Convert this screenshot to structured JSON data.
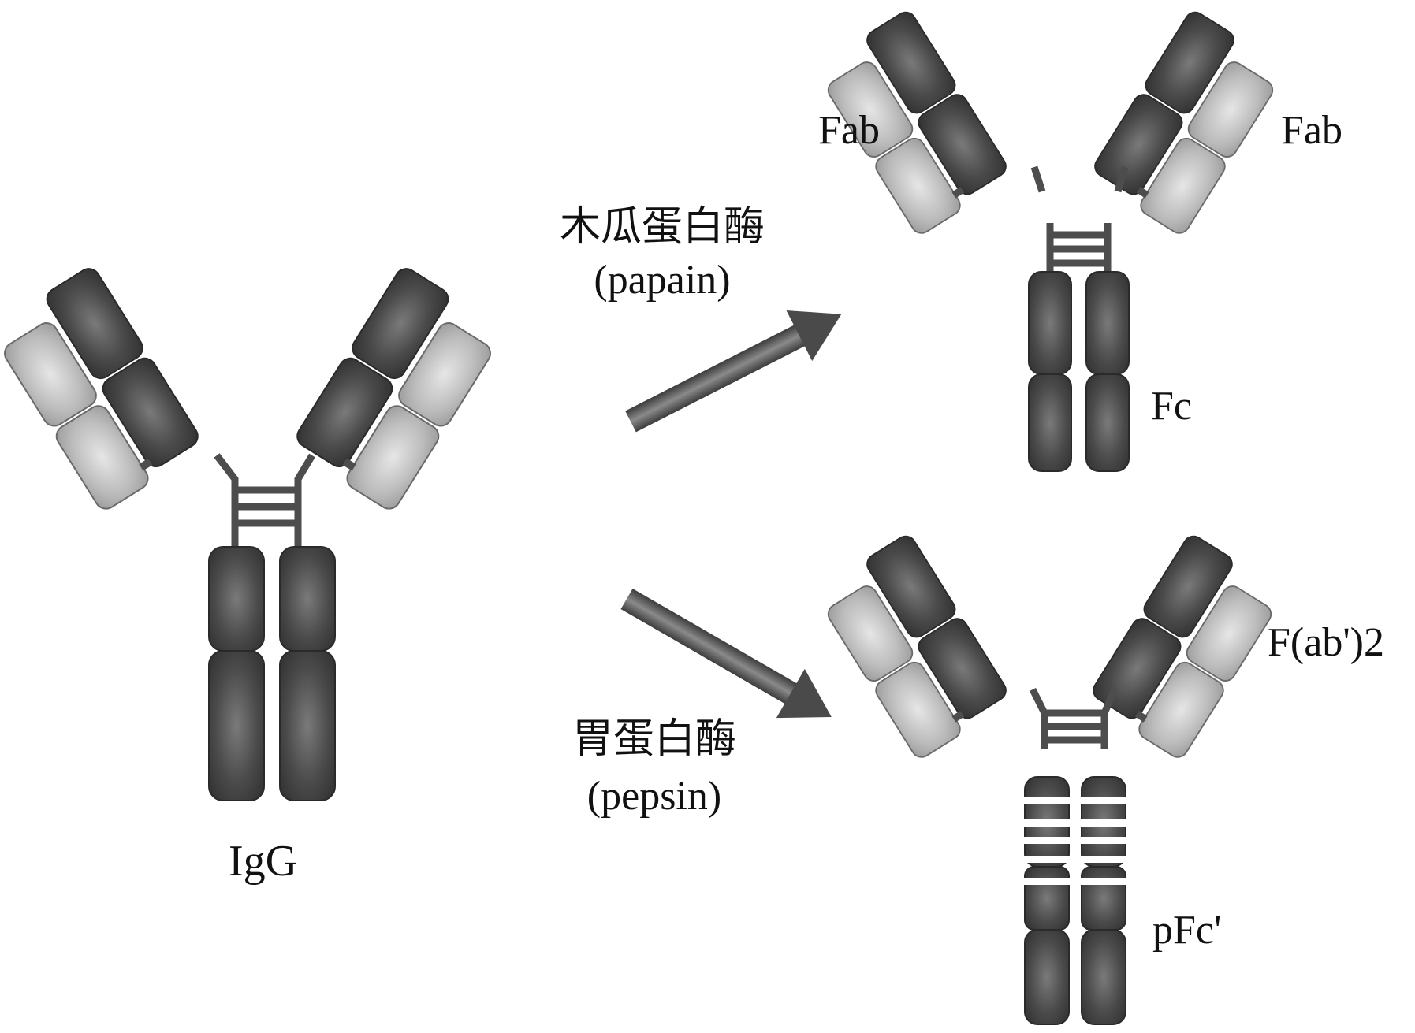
{
  "colors": {
    "heavy_chain": "#4d4d4d",
    "light_chain": "#bdbdbd",
    "arrow": "#5a5a5a",
    "text": "#111111"
  },
  "labels": {
    "igg": "IgG",
    "papain_cn": "木瓜蛋白酶",
    "papain_en": "(papain)",
    "pepsin_cn": "胃蛋白酶",
    "pepsin_en": "(pepsin)",
    "fab_left": "Fab",
    "fab_right": "Fab",
    "fc": "Fc",
    "fab2": "F(ab')2",
    "pfc": "pFc'"
  }
}
